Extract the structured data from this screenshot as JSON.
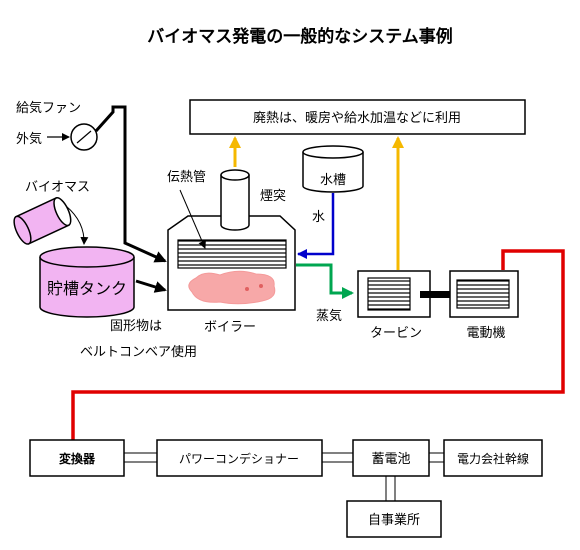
{
  "title": "バイオマス発電の一般的なシステム事例",
  "labels": {
    "fan": "給気ファン",
    "outside_air": "外気",
    "biomass": "バイオマス",
    "storage_tank": "貯槽タンク",
    "conveyor_line1": "固形物は",
    "conveyor_line2": "ベルトコンベア使用",
    "heat_tube": "伝熱管",
    "chimney": "煙突",
    "water_tank": "水槽",
    "water": "水",
    "boiler": "ボイラー",
    "steam": "蒸気",
    "turbine": "タービン",
    "motor": "電動機",
    "waste_heat": "廃熱は、暖房や給水加温などに利用",
    "converter": "変換器",
    "power_conditioner": "パワーコンデショナー",
    "battery": "蓄電池",
    "grid_line": "電力会社幹線",
    "own_facility": "自事業所"
  },
  "colors": {
    "waste_heat_arrow": "#f5b800",
    "water_line": "#0000cc",
    "steam_line": "#00a650",
    "power_line": "#e00000",
    "tank_fill": "#f2b4f2",
    "flame": "#f7a8a8"
  }
}
